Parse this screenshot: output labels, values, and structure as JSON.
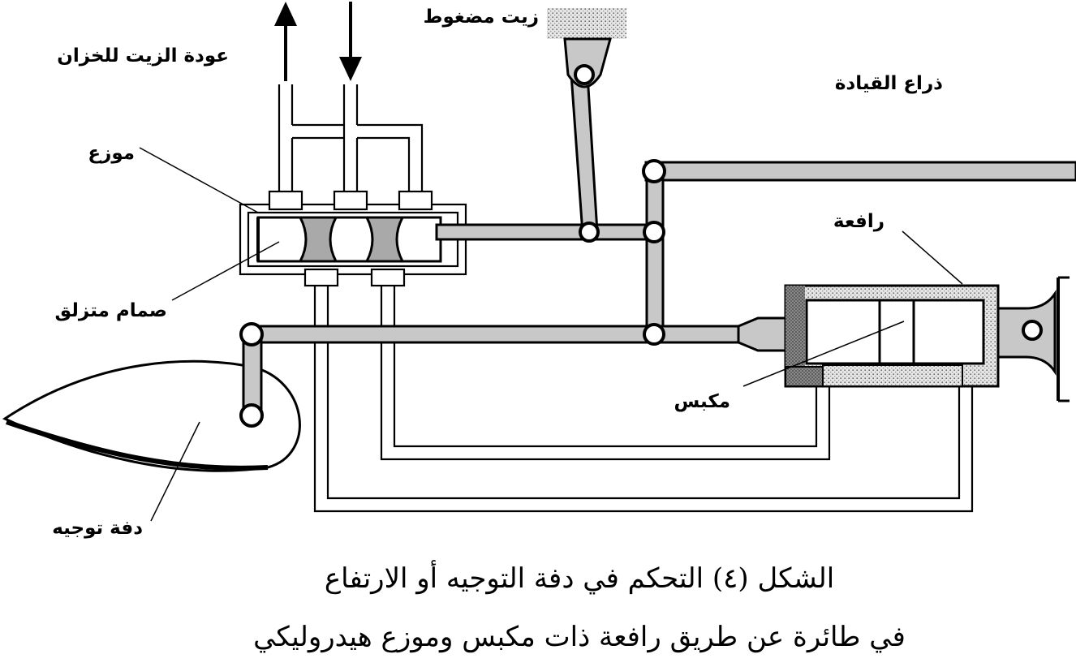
{
  "labels": {
    "oil_return": "عودة الزيت للخزان",
    "pressurized_oil": "زيت مضغوط",
    "control_stick": "ذراع القيادة",
    "distributor": "موزع",
    "jack": "رافعة",
    "slide_valve": "صمام متزلق",
    "piston": "مكبس",
    "rudder": "دفة توجيه"
  },
  "caption": {
    "line1": "الشكل (٤) التحكم في دفة التوجيه أو الارتفاع",
    "line2": "في طائرة عن طريق رافعة ذات مكبس وموزع هيدروليكي"
  }
}
